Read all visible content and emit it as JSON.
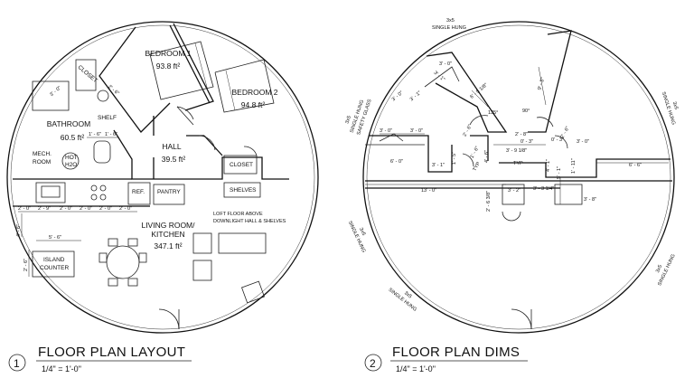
{
  "plan1": {
    "number": "1",
    "title": "FLOOR PLAN LAYOUT",
    "scale": "1/4\" = 1'-0\"",
    "rooms": {
      "bedroom1": {
        "name": "BEDROOM 1",
        "area": "93.8 ft²"
      },
      "bedroom2": {
        "name": "BEDROOM 2",
        "area": "94.8 ft²"
      },
      "bathroom": {
        "name": "BATHROOM",
        "area": "60.5 ft²"
      },
      "hall": {
        "name": "HALL",
        "area": "39.5 ft²"
      },
      "living_line1": "LIVING ROOM/",
      "living_line2": "KITCHEN",
      "living_area": "347.1 ft²"
    },
    "labels": {
      "closet_upper": "CLOSET",
      "shelf": "SHELF",
      "mech_line1": "MECH.",
      "mech_line2": "ROOM",
      "hot_line1": "HOT",
      "hot_line2": "H2O",
      "ref": "REF.",
      "pantry": "PANTRY",
      "closet_right": "CLOSET",
      "shelves": "SHELVES",
      "loft_line1": "LOFT FLOOR ABOVE",
      "loft_line2": "DOWNLIGHT HALL & SHELVES",
      "island_line1": "ISLAND",
      "island_line2": "COUNTER"
    },
    "dims": {
      "bath_top": "2' - 6\"",
      "bath_left": "3' - 0\"",
      "shelf_a": "1' - 6\"",
      "shelf_b": "1' - 6\"",
      "counter": [
        "2' - 0\"",
        "2' - 9\"",
        "2' - 0\"",
        "2' - 0\"",
        "2' - 0\"",
        "2' - 0\""
      ],
      "island_w": "5' - 6\"",
      "island_h": "2' - 6\"",
      "aisle": "4' - 6\""
    }
  },
  "plan2": {
    "number": "2",
    "title": "FLOOR PLAN DIMS",
    "scale": "1/4\" = 1'-0\"",
    "windows": {
      "top_line1": "3x5",
      "top_line2": "SINGLE HUNG",
      "left_line1": "3x5",
      "left_line2": "SINGLE HUNG",
      "left_line3": "SAFETY GLASS",
      "right_line1": "3x5",
      "right_line2": "SINGLE HUNG",
      "lowleft_line1": "3x5",
      "lowleft_line2": "SINGLE HUNG",
      "bottom_line1": "3x5",
      "bottom_line2": "SINGLE HUNG",
      "lowright_line1": "3x5",
      "lowright_line2": "SINGLE HUNG"
    },
    "dims": {
      "d_3_0_a": "3' - 0\"",
      "d_3_0_b": "3' - 0\"",
      "d_3_0_c": "3' - 0\"",
      "d_3_0_d": "3' - 0\"",
      "d_3_1_a": "3' - 1\"",
      "d_3_1_b": "3' - 1\"",
      "d_6_5": "6' - 5 1/8\"",
      "d_9_5": "9' - 5\"",
      "a135": "135°",
      "a90": "90°",
      "d_2_6": "2' - 6\"",
      "d_2_8": "2' - 8\"",
      "d_0_3a": "0' - 3\"",
      "d_0_3b": "0' - 3\"",
      "d_3_9": "3' - 9 1/8\"",
      "d_3_0_e": "3' - 0\"",
      "d_6_0": "6' - 0\"",
      "d_3_1_c": "3' - 1\"",
      "d_1_5": "1' - 5\"",
      "typ_a": "TYP",
      "typ_b": "TYP",
      "d_1_6": "1' - 6\"",
      "d_4_6": "4' - 6\"",
      "d_6_6": "6' - 6\"",
      "d_13_0": "13' - 0\"",
      "d_2_6_3": "2' - 6 3/8\"",
      "d_3_2": "3' - 2\"",
      "d_3_3": "3' - 3 1/4\"",
      "d_3_8": "3' - 8\"",
      "d_1_11": "1' - 11\"",
      "d_5_1": "5' - 1\"",
      "d_4_1": "4' - 1\""
    }
  }
}
